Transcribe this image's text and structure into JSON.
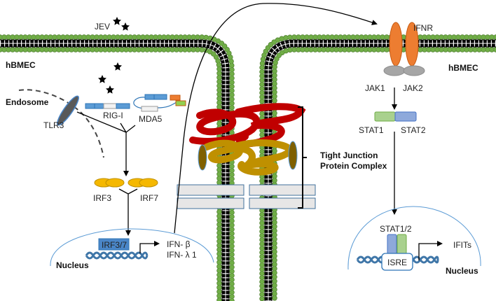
{
  "labels": {
    "jev": "JEV",
    "hbmec_left": "hBMEC",
    "hbmec_right": "hBMEC",
    "endosome": "Endosome",
    "tlr3": "TLR3",
    "rig_i": "RIG-I",
    "mda5": "MDA5",
    "irf3": "IRF3",
    "irf7": "IRF7",
    "irf37": "IRF3/7",
    "nucleus_left": "Nucleus",
    "ifn_beta": "IFN- β",
    "ifn_lambda": "IFN- λ 1",
    "tight_junction_line1": "Tight Junction",
    "tight_junction_line2": "Protein Complex",
    "ifnr": "IFNR",
    "jak1": "JAK1",
    "jak2": "JAK2",
    "stat1": "STAT1",
    "stat2": "STAT2",
    "stat12": "STAT1/2",
    "isre": "ISRE",
    "ifits": "IFITs",
    "nucleus_right": "Nucleus"
  },
  "colors": {
    "membrane_green": "#70ad47",
    "receptor_orange": "#ed7d31",
    "jak_grey": "#a6a6a6",
    "irf_gold": "#f5b800",
    "dna_blue": "#3f76a8",
    "stat1_green": "#a9d18e",
    "stat2_blue": "#8ea9db",
    "tj_red": "#c00000",
    "tj_gold": "#bf9000",
    "nucleus_line": "#5b9bd5"
  }
}
